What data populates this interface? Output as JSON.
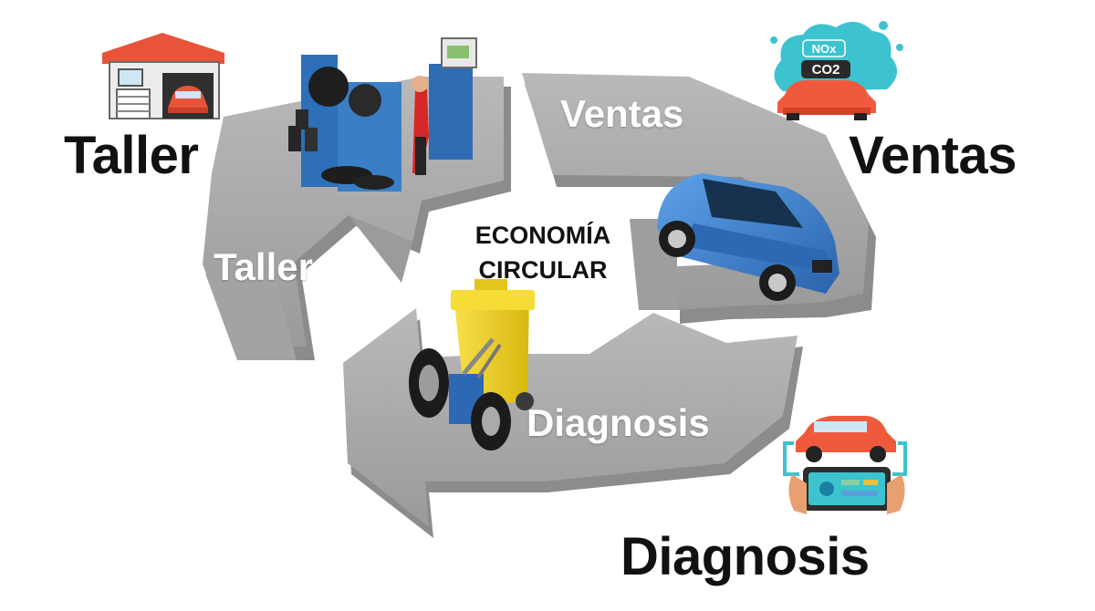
{
  "labels": {
    "taller": "Taller",
    "ventas": "Ventas",
    "diagnosis": "Diagnosis"
  },
  "arrow_labels": {
    "ventas": "Ventas",
    "taller": "Taller",
    "diagnosis": "Diagnosis"
  },
  "center": {
    "line1": "ECONOMÍA",
    "line2": "CIRCULAR"
  },
  "icons": {
    "ventas_badge_top": "NOx",
    "ventas_badge_bottom": "CO2"
  },
  "colors": {
    "arrow": "#a9a9a9",
    "arrow_shadow": "#8a8a8a",
    "car_blue": "#3b7fd0",
    "bin_yellow": "#f2d21e",
    "garage_red": "#e8543a",
    "machine_blue": "#2d6fb8",
    "cloud_teal": "#3cc3cf"
  }
}
